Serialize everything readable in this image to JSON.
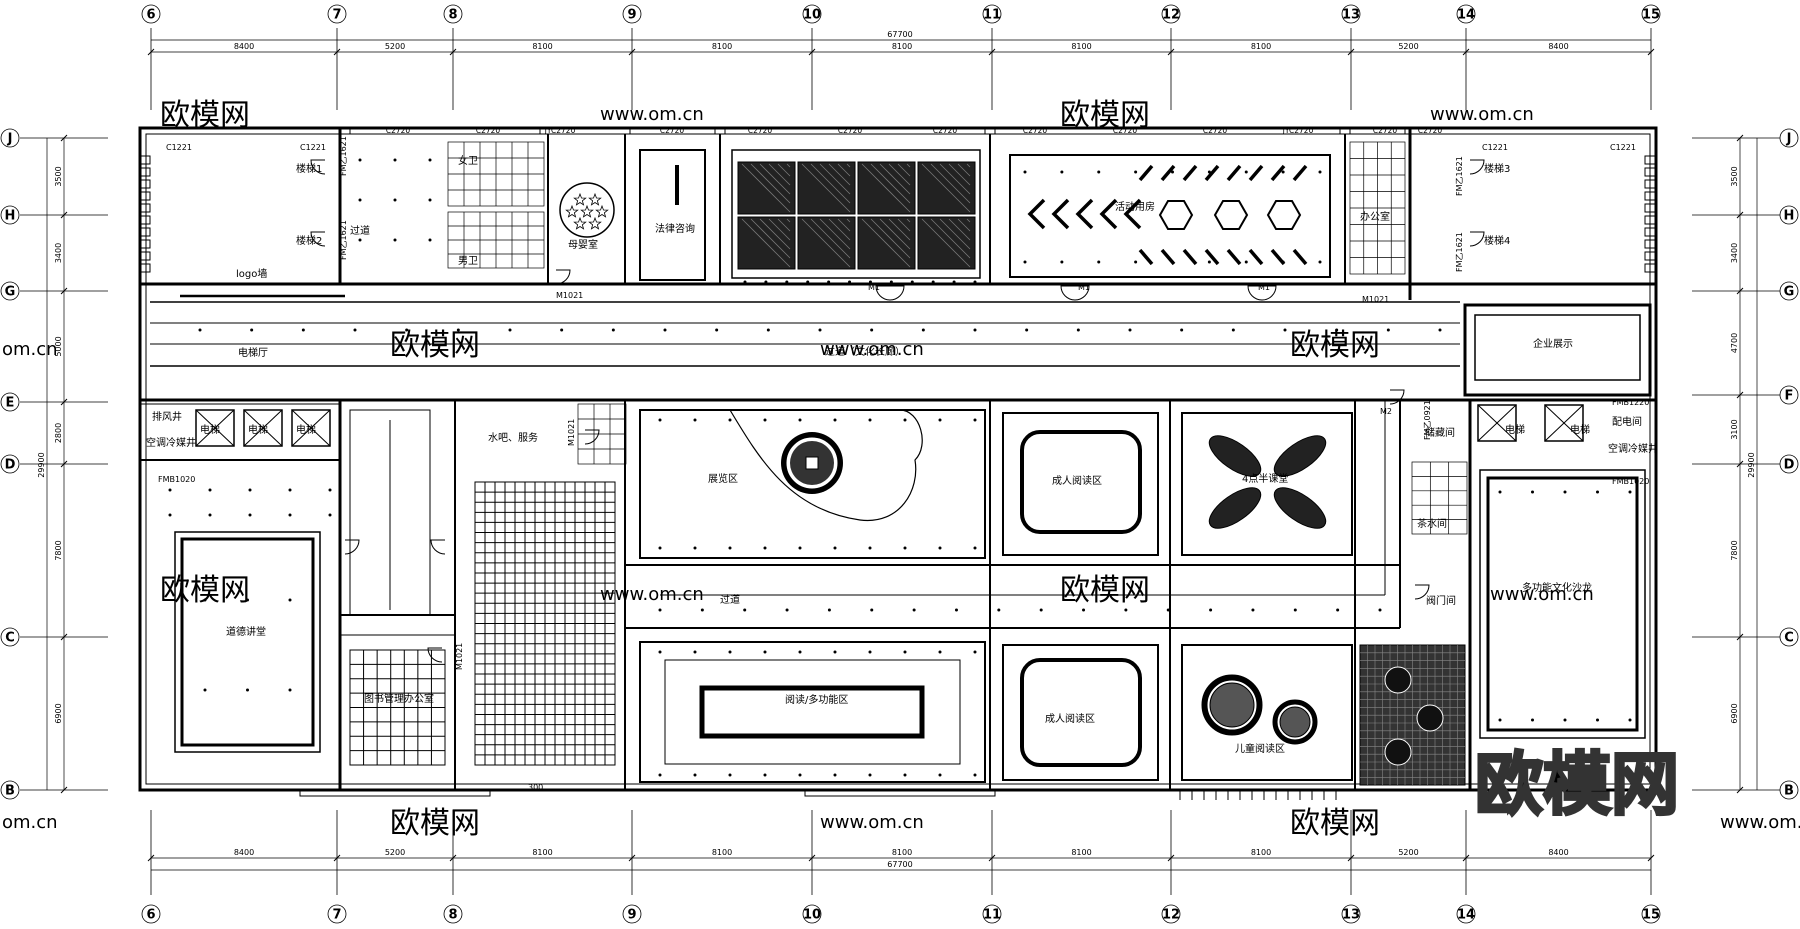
{
  "grid": {
    "columns": [
      "6",
      "7",
      "8",
      "9",
      "10",
      "11",
      "12",
      "13",
      "14",
      "15"
    ],
    "rows": [
      "J",
      "H",
      "G",
      "F",
      "E",
      "D",
      "C",
      "B"
    ],
    "rows_left": [
      "J",
      "H",
      "G",
      "E",
      "D",
      "C",
      "B"
    ],
    "rows_right": [
      "J",
      "H",
      "G",
      "F",
      "D",
      "C",
      "B"
    ]
  },
  "dimensions": {
    "top_spans": [
      "8400",
      "5200",
      "8100",
      "8100",
      "8100",
      "8100",
      "8100",
      "5200",
      "8400"
    ],
    "bottom_spans": [
      "8400",
      "5200",
      "8100",
      "8100",
      "8100",
      "8100",
      "8100",
      "5200",
      "8400"
    ],
    "total_width": "67700",
    "left_spans": [
      "3500",
      "3400",
      "5000",
      "2800",
      "7800",
      "6900"
    ],
    "left_total": "29900",
    "right_spans": [
      "3500",
      "3400",
      "4700",
      "3100",
      "7800",
      "6900"
    ],
    "right_total": "29900"
  },
  "rooms": {
    "logo_wall": "logo墙",
    "elevator_hall": "电梯厅",
    "corridor_culture": "过道（文化长廊）",
    "corridor_top": "过道",
    "corridor_mid": "过道",
    "stair1": "楼梯1",
    "stair2": "楼梯2",
    "stair3": "楼梯3",
    "stair4": "楼梯4",
    "female_wc": "女卫",
    "male_wc": "男卫",
    "mother_room": "母婴室",
    "legal": "法律咨询",
    "activity": "活动用房",
    "office": "办公室",
    "enterprise": "企业展示",
    "exhaust": "排风井",
    "ac_shaft_left": "空调冷媒井",
    "ac_shaft_right": "空调冷媒井",
    "bar": "水吧、服务",
    "exhibit": "展览区",
    "adult_read_1": "成人阅读区",
    "adult_read_2": "成人阅读区",
    "after_school": "4点半课堂",
    "power_room": "配电间",
    "multi_salon": "多功能文化沙龙",
    "moral_hall": "道德讲堂",
    "admin_office": "图书管理办公室",
    "reading_multi": "阅读/多功能区",
    "children_read": "儿童阅读区",
    "storage": "储藏间",
    "tea_room": "茶水间",
    "valve_room": "阀门间"
  },
  "door_window_tags": {
    "top_windows": [
      "C2720",
      "C2720",
      "JYC2720",
      "C2720",
      "C2720",
      "C2720",
      "C2720",
      "C2720",
      "C2720",
      "C2720",
      "JYC2720",
      "C2720",
      "C2720"
    ],
    "c1221": "C1221",
    "fm1621": "FM乙1621",
    "m1021": "M1021",
    "m1": "M1",
    "m2": "M2",
    "fmb1020": "FMB1020",
    "fmb1220": "FMB1220",
    "fm0921": "FM乙0921"
  },
  "watermark": {
    "brand": "欧模网",
    "url": "www.om.cn",
    "short": "om.cn"
  },
  "misc": {
    "small_dim": "300",
    "lift": "电梯"
  }
}
